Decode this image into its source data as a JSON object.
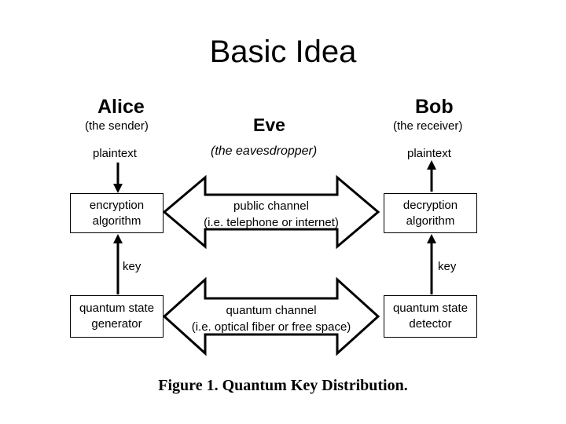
{
  "title": "Basic Idea",
  "alice": {
    "name": "Alice",
    "role": "(the sender)",
    "plaintext": "plaintext",
    "key": "key",
    "encryption_line1": "encryption",
    "encryption_line2": "algorithm",
    "generator_line1": "quantum state",
    "generator_line2": "generator"
  },
  "bob": {
    "name": "Bob",
    "role": "(the receiver)",
    "plaintext": "plaintext",
    "key": "key",
    "decryption_line1": "decryption",
    "decryption_line2": "algorithm",
    "detector_line1": "quantum state",
    "detector_line2": "detector"
  },
  "eve": {
    "name": "Eve",
    "role": "(the eavesdropper)"
  },
  "public_channel": {
    "line1": "public channel",
    "line2": "(i.e. telephone or internet)"
  },
  "quantum_channel": {
    "line1": "quantum channel",
    "line2": "(i.e. optical fiber or free space)"
  },
  "caption": "Figure 1. Quantum Key Distribution."
}
